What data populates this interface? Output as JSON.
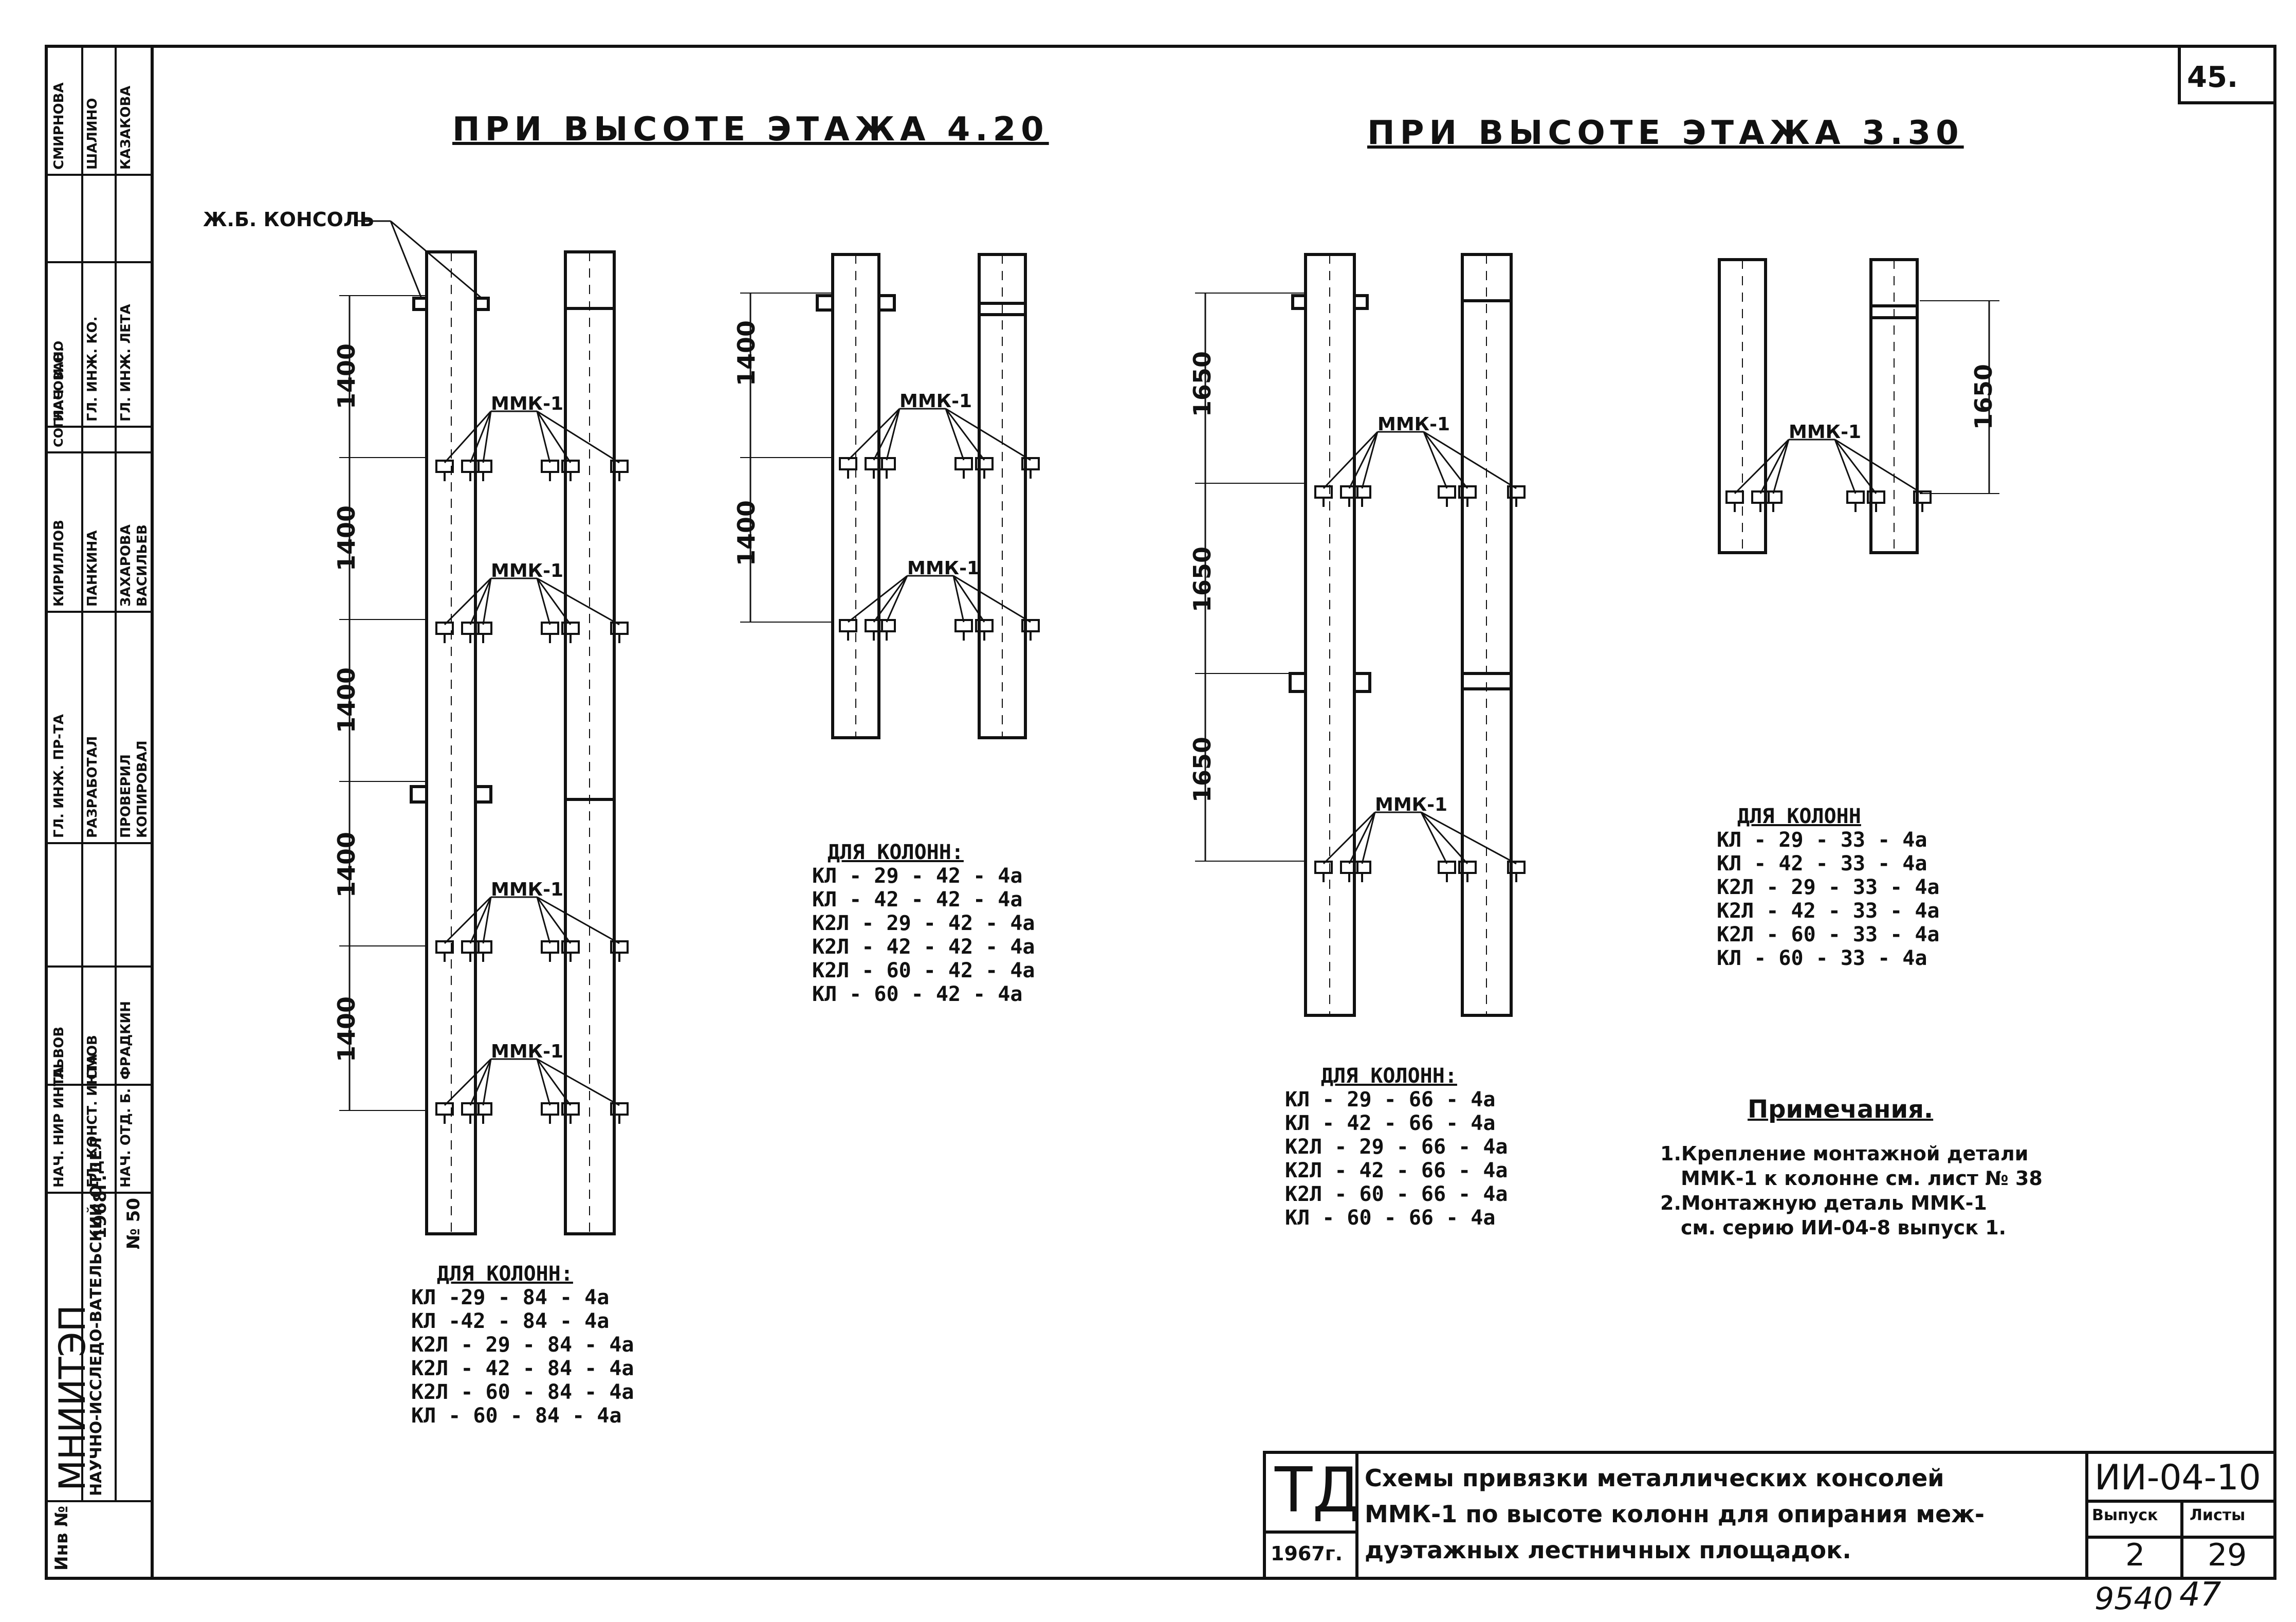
{
  "sheet_number": "45.",
  "titles": {
    "left": "ПРИ ВЫСОТЕ ЭТАЖА 4.20",
    "right": "ПРИ ВЫСОТЕ ЭТАЖА 3.30"
  },
  "labels": {
    "console": "Ж.Б. КОНСОЛЬ",
    "mmk": "ММК-1"
  },
  "dims": {
    "d1400": "1400",
    "d1650": "1650"
  },
  "column_groups": [
    {
      "heading": "ДЛЯ КОЛОНН:",
      "items": [
        "КЛ -29 - 84 - 4а",
        "КЛ -42 - 84 - 4а",
        "К2Л - 29 - 84 - 4а",
        "К2Л - 42 - 84 - 4а",
        "К2Л - 60 - 84 - 4а",
        "КЛ - 60 - 84 - 4а"
      ]
    },
    {
      "heading": "ДЛЯ КОЛОНН:",
      "items": [
        "КЛ - 29 - 42 - 4а",
        "КЛ - 42 - 42 - 4а",
        "К2Л - 29 - 42 - 4а",
        "К2Л - 42 - 42 - 4а",
        "К2Л - 60 - 42 - 4а",
        "КЛ - 60 - 42 - 4а"
      ]
    },
    {
      "heading": "ДЛЯ КОЛОНН:",
      "items": [
        "КЛ - 29 - 66 - 4а",
        "КЛ - 42 - 66 - 4а",
        "К2Л - 29 - 66 - 4а",
        "К2Л - 42 - 66 - 4а",
        "К2Л - 60 - 66 - 4а",
        "КЛ - 60 - 66 - 4а"
      ]
    },
    {
      "heading": "ДЛЯ КОЛОНН",
      "items": [
        "КЛ - 29 - 33 - 4а",
        "КЛ - 42 - 33 - 4а",
        "К2Л - 29 - 33 - 4а",
        "К2Л - 42 - 33 - 4а",
        "К2Л - 60 - 33 - 4а",
        "КЛ - 60 - 33 - 4а"
      ]
    }
  ],
  "notes": {
    "heading": "Примечания.",
    "lines": [
      "1.Крепление монтажной детали",
      "ММК-1 к колонне см. лист № 38",
      "2.Монтажную деталь ММК-1",
      "см. серию ИИ-04-8 выпуск 1."
    ]
  },
  "title_block": {
    "td": "ТД",
    "year": "1967г.",
    "description_lines": [
      "Схемы привязки металлических консолей",
      "ММК-1 по высоте колонн для опирания меж-",
      "дуэтажных лестничных площадок."
    ],
    "series": "ИИ-04-10",
    "issue_label": "Выпуск",
    "sheet_label": "Листы",
    "issue": "2",
    "sheet": "29"
  },
  "footer": {
    "left": "9540",
    "right": "47"
  },
  "side_stamp": {
    "org": "МНИИТЭП",
    "org_sub": "НАУЧНО-ИССЛЕДО-ВАТЕЛЬСКИЙ ОТДЕЛ",
    "date": "1968г.",
    "number": "№ 50",
    "inv": "Инв №",
    "roles": [
      "НАЧ. НИР ИНТА",
      "ГЛ. КОНСТ. ИНТА",
      "НАЧ. ОТД. Б.",
      "ГЛ. ИНЖ. ПР-ТА",
      "РАЗРАБОТАЛ",
      "ПРОВЕРИЛ",
      "КОПИРОВАЛ",
      "СОГЛАСОВАНО",
      "НАЧ. И.О.",
      "ГЛ. ИНЖ. КО.",
      "ГЛ. ИНЖ. ЛЕТА"
    ],
    "names": [
      "ЛЬВОВ",
      "СМОВ",
      "ФРАДКИН",
      "КИРИЛЛОВ",
      "ПАНКИНА",
      "ЗАХАРОВА",
      "ВАСИЛЬЕВ",
      "СМИРНОВА",
      "ШАЛИНО",
      "КАЗАКОВА"
    ]
  }
}
